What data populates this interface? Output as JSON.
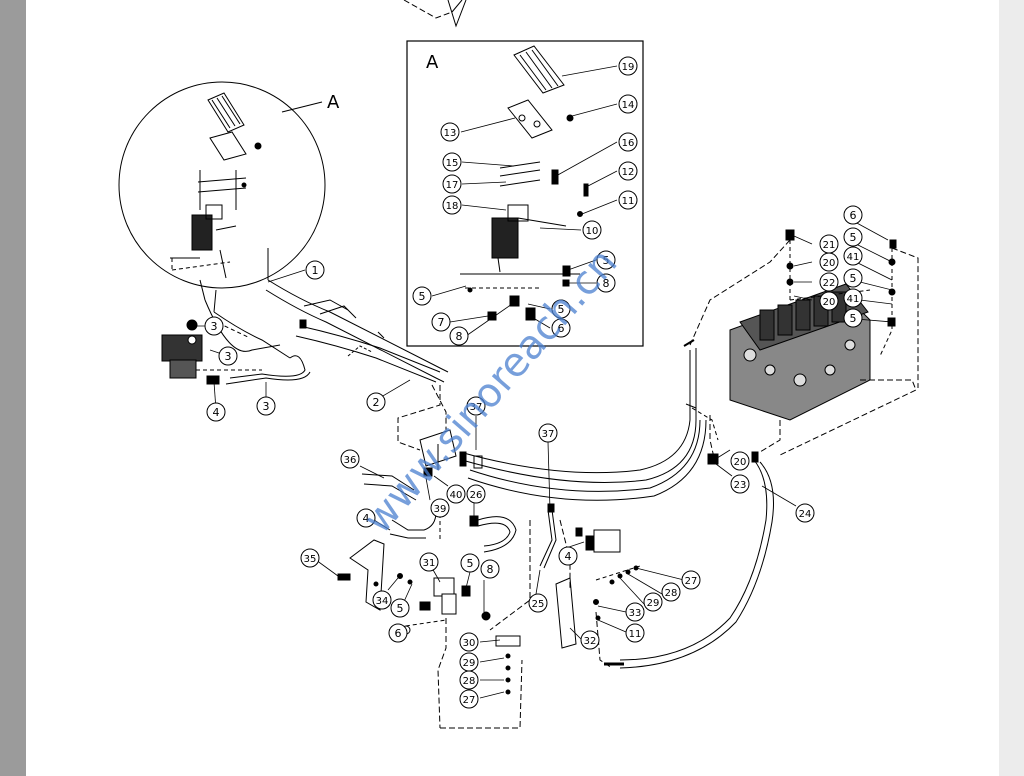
{
  "detail": {
    "letter": "A",
    "callout": "A"
  },
  "watermark": "www.sinoreach.cn",
  "callouts": [
    {
      "id": "c-a-19",
      "label": "19"
    },
    {
      "id": "c-a-14",
      "label": "14"
    },
    {
      "id": "c-a-13",
      "label": "13"
    },
    {
      "id": "c-a-16",
      "label": "16"
    },
    {
      "id": "c-a-15",
      "label": "15"
    },
    {
      "id": "c-a-12",
      "label": "12"
    },
    {
      "id": "c-a-17",
      "label": "17"
    },
    {
      "id": "c-a-18",
      "label": "18"
    },
    {
      "id": "c-a-11",
      "label": "11"
    },
    {
      "id": "c-a-10",
      "label": "10"
    },
    {
      "id": "c-a-5a",
      "label": "5"
    },
    {
      "id": "c-a-8a",
      "label": "8"
    },
    {
      "id": "c-a-5b",
      "label": "5"
    },
    {
      "id": "c-a-5c",
      "label": "5"
    },
    {
      "id": "c-a-7",
      "label": "7"
    },
    {
      "id": "c-a-8b",
      "label": "8"
    },
    {
      "id": "c-a-6",
      "label": "6"
    },
    {
      "id": "c-1",
      "label": "1"
    },
    {
      "id": "c-2",
      "label": "2"
    },
    {
      "id": "c-3a",
      "label": "3"
    },
    {
      "id": "c-3b",
      "label": "3"
    },
    {
      "id": "c-3c",
      "label": "3"
    },
    {
      "id": "c-4a",
      "label": "4"
    },
    {
      "id": "c-6r",
      "label": "6"
    },
    {
      "id": "c-21",
      "label": "21"
    },
    {
      "id": "c-5r1",
      "label": "5"
    },
    {
      "id": "c-20a",
      "label": "20"
    },
    {
      "id": "c-41a",
      "label": "41"
    },
    {
      "id": "c-22",
      "label": "22"
    },
    {
      "id": "c-5r2",
      "label": "5"
    },
    {
      "id": "c-20b",
      "label": "20"
    },
    {
      "id": "c-41b",
      "label": "41"
    },
    {
      "id": "c-5r3",
      "label": "5"
    },
    {
      "id": "c-20c",
      "label": "20"
    },
    {
      "id": "c-23",
      "label": "23"
    },
    {
      "id": "c-24",
      "label": "24"
    },
    {
      "id": "c-37a",
      "label": "37"
    },
    {
      "id": "c-37b",
      "label": "37"
    },
    {
      "id": "c-36",
      "label": "36"
    },
    {
      "id": "c-40",
      "label": "40"
    },
    {
      "id": "c-39",
      "label": "39"
    },
    {
      "id": "c-26",
      "label": "26"
    },
    {
      "id": "c-4b",
      "label": "4"
    },
    {
      "id": "c-4c",
      "label": "4"
    },
    {
      "id": "c-35",
      "label": "35"
    },
    {
      "id": "c-31",
      "label": "31"
    },
    {
      "id": "c-5m",
      "label": "5"
    },
    {
      "id": "c-8m",
      "label": "8"
    },
    {
      "id": "c-34",
      "label": "34"
    },
    {
      "id": "c-5m2",
      "label": "5"
    },
    {
      "id": "c-6m",
      "label": "6"
    },
    {
      "id": "c-25",
      "label": "25"
    },
    {
      "id": "c-27a",
      "label": "27"
    },
    {
      "id": "c-28a",
      "label": "28"
    },
    {
      "id": "c-29a",
      "label": "29"
    },
    {
      "id": "c-33",
      "label": "33"
    },
    {
      "id": "c-11b",
      "label": "11"
    },
    {
      "id": "c-32",
      "label": "32"
    },
    {
      "id": "c-30",
      "label": "30"
    },
    {
      "id": "c-29b",
      "label": "29"
    },
    {
      "id": "c-28b",
      "label": "28"
    },
    {
      "id": "c-27b",
      "label": "27"
    }
  ]
}
